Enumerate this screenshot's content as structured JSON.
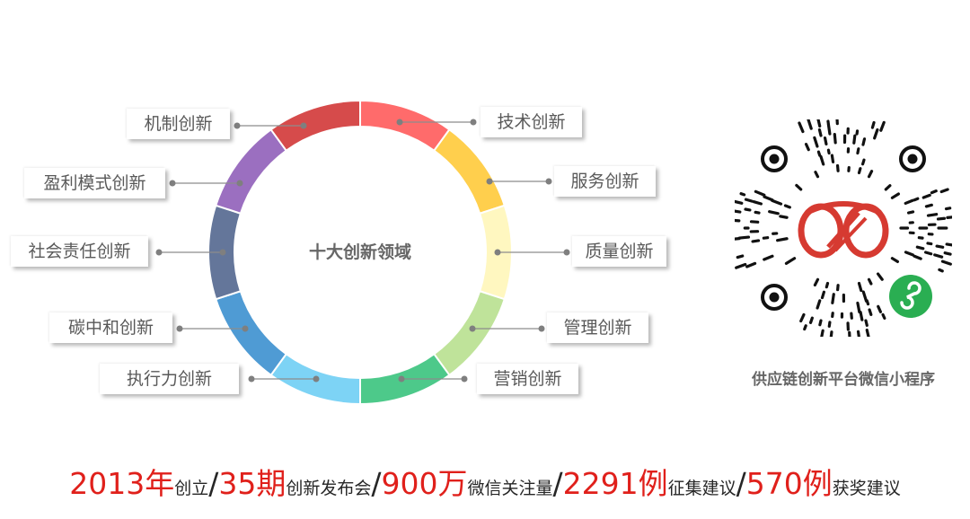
{
  "diagram": {
    "center_title": "十大创新领域",
    "segments": [
      {
        "label": "技术创新",
        "color": "#ff6b6b"
      },
      {
        "label": "服务创新",
        "color": "#ffcf4d"
      },
      {
        "label": "质量创新",
        "color": "#fff7c0"
      },
      {
        "label": "管理创新",
        "color": "#bfe39a"
      },
      {
        "label": "营销创新",
        "color": "#4dc98a"
      },
      {
        "label": "执行力创新",
        "color": "#7dd3f5"
      },
      {
        "label": "碳中和创新",
        "color": "#4f9bd4"
      },
      {
        "label": "社会责任创新",
        "color": "#64769a"
      },
      {
        "label": "盈利模式创新",
        "color": "#9b6fc0"
      },
      {
        "label": "机制创新",
        "color": "#d64b4b"
      }
    ]
  },
  "qr": {
    "caption": "供应链创新平台微信小程序",
    "logo_color": "#d63a31",
    "badge_color": "#2aae52"
  },
  "stats": {
    "year_num": "2013",
    "year_unit": "年",
    "year_desc": "创立",
    "sessions_num": "35",
    "sessions_unit": "期",
    "sessions_desc": "创新发布会",
    "followers_num": "900",
    "followers_unit": "万",
    "followers_desc": "微信关注量",
    "suggestions_num": "2291",
    "suggestions_unit": "例",
    "suggestions_desc": "征集建议",
    "awards_num": "570",
    "awards_unit": "例",
    "awards_desc": "获奖建议",
    "separator": "/"
  }
}
